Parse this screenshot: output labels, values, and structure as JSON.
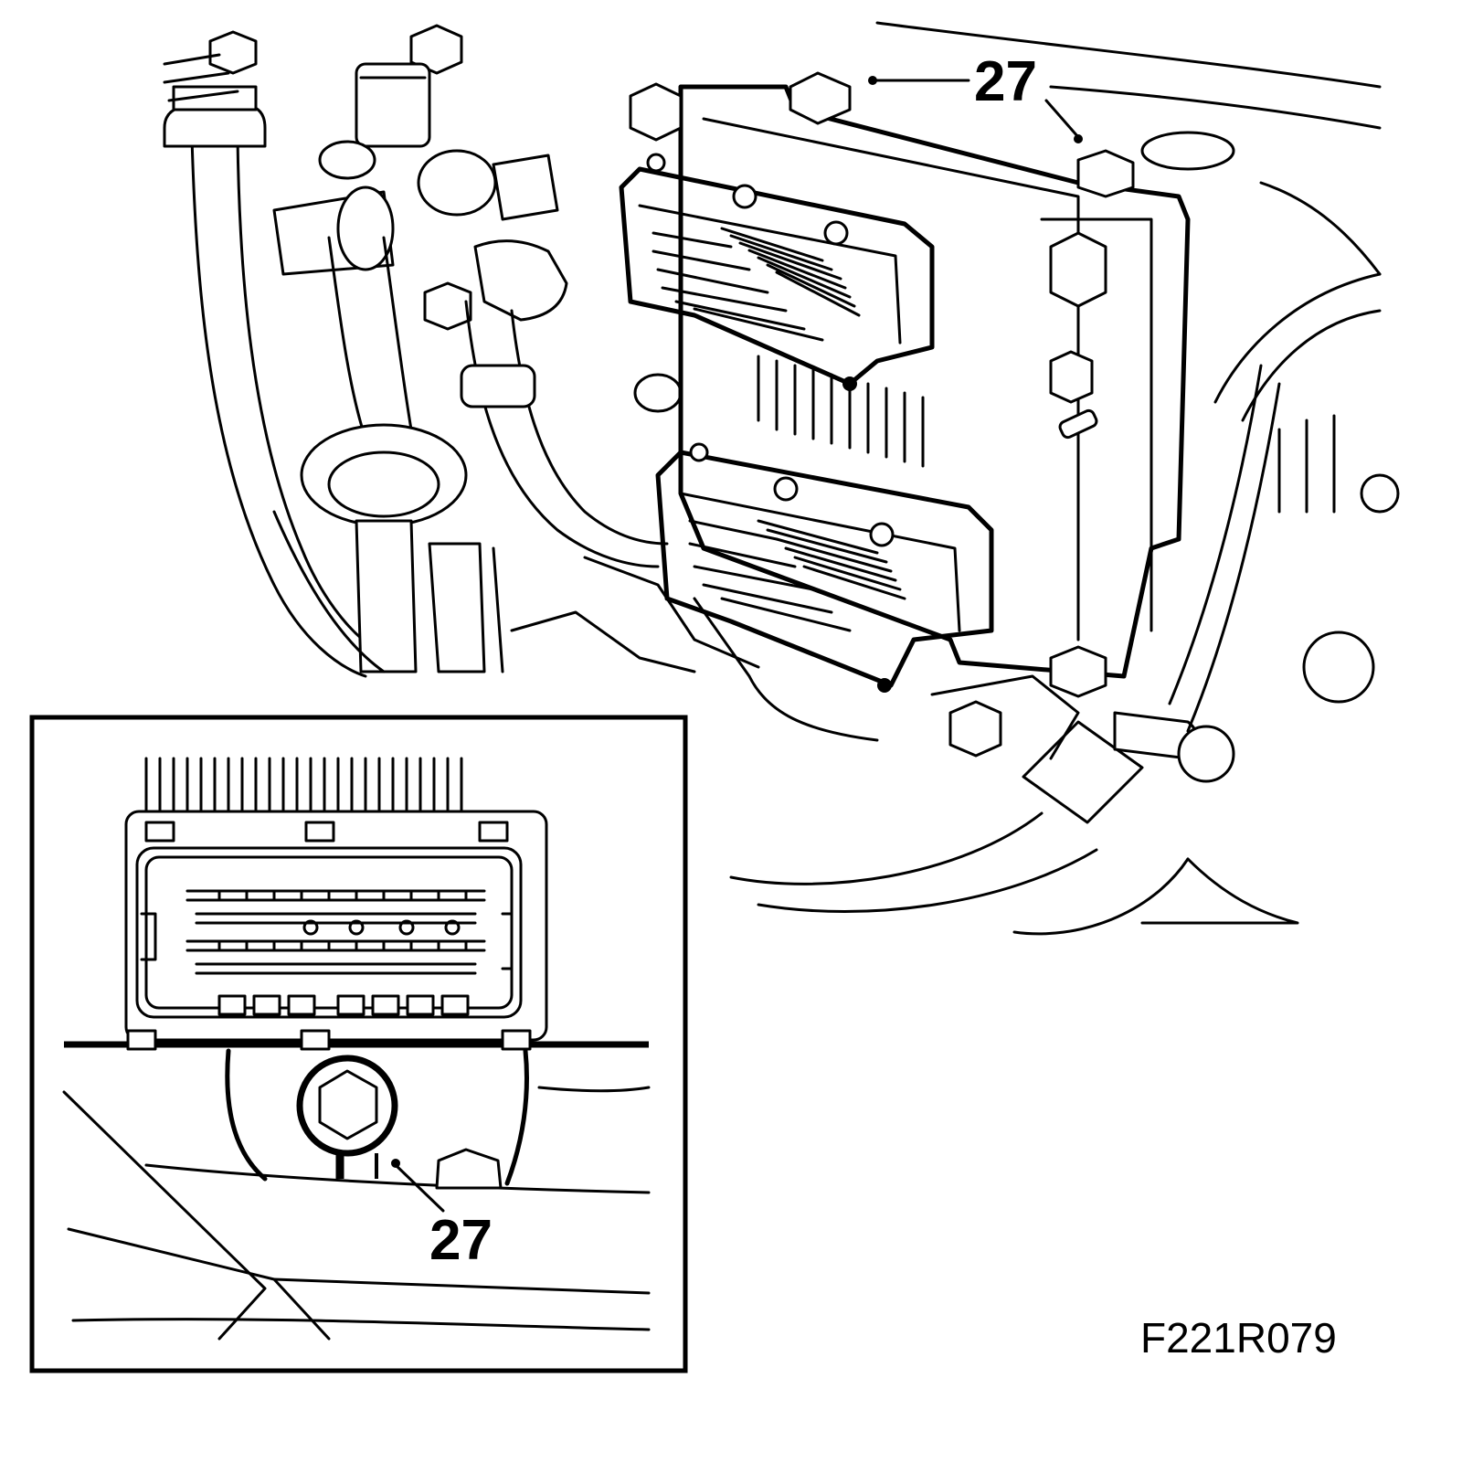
{
  "figure": {
    "callout_main": "27",
    "callout_inset": "27",
    "figure_id": "F221R079"
  }
}
